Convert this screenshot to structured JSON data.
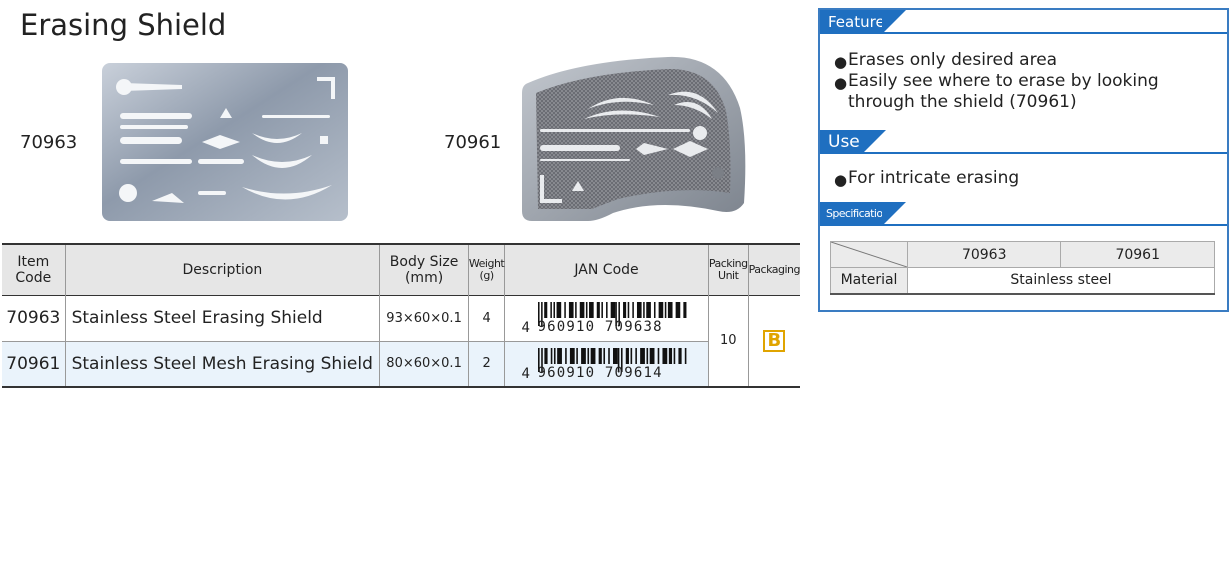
{
  "page": {
    "title": "Erasing Shield"
  },
  "images": [
    {
      "code": "70963"
    },
    {
      "code": "70961"
    }
  ],
  "product_table": {
    "headers": {
      "item_code": "Item\nCode",
      "description": "Description",
      "body_size": "Body Size\n(mm)",
      "weight": "Weight\n(g)",
      "jan_code": "JAN Code",
      "packing_unit": "Packing\nUnit",
      "packaging": "Packaging"
    },
    "rows": [
      {
        "code": "70963",
        "description": "Stainless Steel Erasing Shield",
        "size": "93×60×0.1",
        "weight": "4",
        "jan_first": "4",
        "jan_rest": "960910 709638"
      },
      {
        "code": "70961",
        "description": "Stainless Steel Mesh Erasing Shield",
        "size": "80×60×0.1",
        "weight": "2",
        "jan_first": "4",
        "jan_rest": "960910 709614"
      }
    ],
    "packing_unit": "10",
    "packaging_badge": "B"
  },
  "panel": {
    "features": {
      "title": "Features",
      "items": [
        "Erases only desired area",
        "Easily see where to erase by looking through the shield (70961)"
      ]
    },
    "use": {
      "title": "Use",
      "items": [
        "For intricate erasing"
      ]
    },
    "specifications": {
      "title": "Specifications",
      "columns": [
        "70963",
        "70961"
      ],
      "rows": [
        {
          "label": "Material",
          "value": "Stainless steel"
        }
      ]
    }
  },
  "colors": {
    "accent_blue": "#1f6fc0",
    "panel_border": "#3a7cc2",
    "badge_yellow": "#e0a400",
    "row_highlight": "#eaf3fb"
  }
}
